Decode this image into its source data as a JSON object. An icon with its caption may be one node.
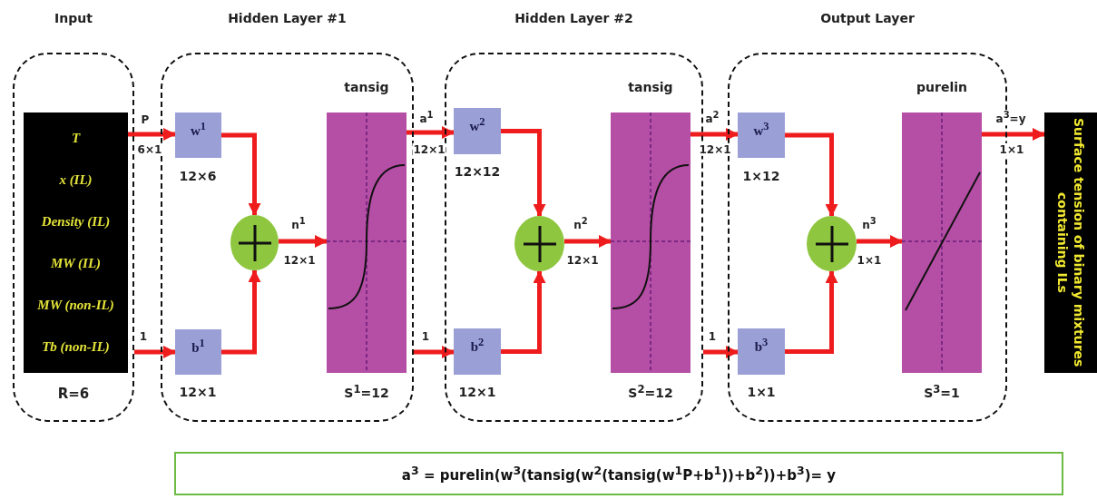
{
  "diagram": {
    "nodes": [
      {
        "text": [
          "Input",
          "R=6"
        ]
      },
      {
        "text": [
          "T",
          "x (IL)",
          "Density (IL)",
          "MW (IL)",
          "MW (non-IL)",
          "Tb (non-IL)"
        ],
        "in": 0
      },
      {
        "text": [
          "Hidden Layer #1"
        ]
      },
      {
        "text": [
          "w$^{1}$"
        ],
        "in": 2,
        "beside": [
          "12×6"
        ]
      },
      {
        "text": [
          "b$^{1}$"
        ],
        "in": 2,
        "beside": [
          "12×1"
        ]
      },
      {
        "text": [],
        "shape": "circle",
        "in": 2
      },
      {
        "text": [
          "tansig"
        ],
        "in": 2,
        "beside": [
          "S$^{1}$=12"
        ]
      },
      {
        "text": [
          "Hidden Layer #2"
        ]
      },
      {
        "text": [
          "w$^{2}$"
        ],
        "in": 7,
        "beside": [
          "12×12"
        ]
      },
      {
        "text": [
          "b$^{2}$"
        ],
        "in": 7,
        "beside": [
          "12×1"
        ]
      },
      {
        "text": [],
        "shape": "circle",
        "in": 7
      },
      {
        "text": [
          "tansig"
        ],
        "in": 7,
        "beside": [
          "S$^{2}$=12"
        ]
      },
      {
        "text": [
          "Output Layer"
        ]
      },
      {
        "text": [
          "w$^{3}$"
        ],
        "in": 12,
        "beside": [
          "1×12"
        ]
      },
      {
        "text": [
          "b$^{3}$"
        ],
        "in": 12,
        "beside": [
          "1×1"
        ]
      },
      {
        "text": [],
        "shape": "circle",
        "in": 12
      },
      {
        "text": [
          "purelin"
        ],
        "in": 12,
        "beside": [
          "S$^{3}$=1"
        ]
      },
      {
        "text": [
          "Surface tension of binary mixtures containing ILs"
        ]
      },
      {
        "text": [
          "a$^{3}$ = purelin(w$^{3}$(tansig(w$^{2}$(tansig(w$^{1}$P+b$^{1}$))+b$^{2}$))+b$^{3}$)= y"
        ]
      }
    ],
    "edges": [
      {
        "from": 1,
        "to": 3,
        "arrow": "to",
        "label": "P"
      },
      {
        "from": 0,
        "to": 4,
        "arrow": "to",
        "label": "1"
      },
      {
        "from": 3,
        "to": 5,
        "arrow": "to"
      },
      {
        "from": 4,
        "to": 5,
        "arrow": "to"
      },
      {
        "from": 5,
        "to": 6,
        "arrow": "to",
        "label": "n$^{1}$"
      },
      {
        "from": 6,
        "to": 8,
        "arrow": "to",
        "label": "a$^{1}$"
      },
      {
        "from": 2,
        "to": 9,
        "arrow": "to",
        "label": "1"
      },
      {
        "from": 8,
        "to": 10,
        "arrow": "to"
      },
      {
        "from": 9,
        "to": 10,
        "arrow": "to"
      },
      {
        "from": 10,
        "to": 11,
        "arrow": "to",
        "label": "n$^{2}$"
      },
      {
        "from": 11,
        "to": 13,
        "arrow": "to",
        "label": "a$^{2}$"
      },
      {
        "from": 7,
        "to": 14,
        "arrow": "to",
        "label": "1"
      },
      {
        "from": 13,
        "to": 15,
        "arrow": "to"
      },
      {
        "from": 14,
        "to": 15,
        "arrow": "to"
      },
      {
        "from": 15,
        "to": 16,
        "arrow": "to",
        "label": "n$^{3}$"
      },
      {
        "from": 16,
        "to": 17,
        "arrow": "to",
        "label": "a$^{3}$=y"
      }
    ],
    "labels": [
      "6×1",
      "12×1",
      "12×1",
      "12×1",
      "12×1",
      "1×1",
      "1×1"
    ]
  }
}
